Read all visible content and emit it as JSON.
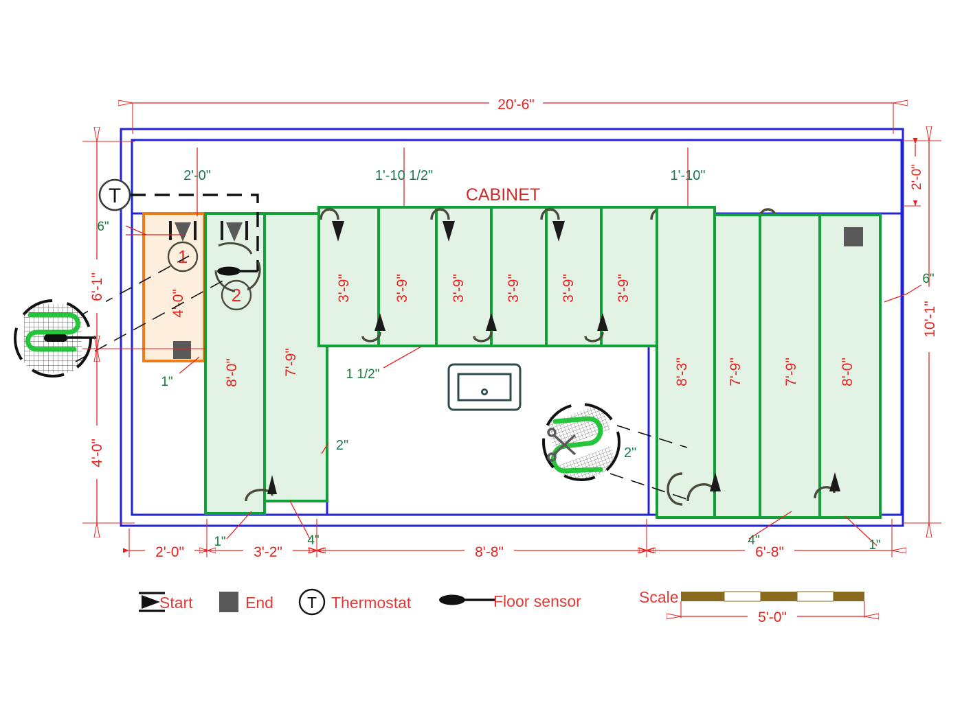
{
  "drawing": {
    "title_label": "CABINET",
    "colors": {
      "dimension_red": "#e8221f",
      "wall_blue": "#2222dd",
      "mat_green": "#12a038",
      "mat_fill": "#e2f3e6",
      "zone1_orange": "#f07c15",
      "zone1_fill": "#fdeede",
      "callout_green": "#157a3c",
      "callout_teal": "#1a7a55",
      "end_marker_gray": "#595959",
      "scale_bar_brown": "#8a6a1e"
    }
  },
  "dimensions": {
    "overall_top": "20'-6\"",
    "right_top": "2'-0\"",
    "right_overall": "10'-1\"",
    "right_offset": "6\"",
    "left_upper": "6'-1\"",
    "left_lower": "4'-0\"",
    "left_offset": "6\"",
    "bottom": [
      {
        "label": "2'-0\""
      },
      {
        "label": "3'-2\""
      },
      {
        "label": "8'-8\""
      },
      {
        "label": "6'-8\""
      }
    ],
    "bottom_callouts": [
      {
        "label": "1\""
      },
      {
        "label": "4\""
      },
      {
        "label": "4\""
      },
      {
        "label": "1\""
      }
    ],
    "top_callouts": [
      {
        "label": "2'-0\""
      },
      {
        "label": "1'-10 1/2\""
      },
      {
        "label": "1'-10\""
      }
    ],
    "interior_callouts": [
      {
        "label": "1\""
      },
      {
        "label": "2\""
      },
      {
        "label": "1 1/2\""
      },
      {
        "label": "2\""
      }
    ]
  },
  "mats": {
    "zone1": [
      {
        "label": "4'-0\"",
        "zone": "1"
      }
    ],
    "zone2_left": [
      {
        "label": "8'-0\"",
        "zone": "2"
      },
      {
        "label": "7'-9\""
      }
    ],
    "middle": [
      {
        "label": "3'-9\""
      },
      {
        "label": "3'-9\""
      },
      {
        "label": "3'-9\""
      },
      {
        "label": "3'-9\""
      },
      {
        "label": "3'-9\""
      },
      {
        "label": "3'-9\""
      }
    ],
    "right": [
      {
        "label": "8'-3\""
      },
      {
        "label": "7'-9\""
      },
      {
        "label": "7'-9\""
      },
      {
        "label": "8'-0\""
      }
    ]
  },
  "details": {
    "left_bubble_label": "",
    "right_bubble_label": "2\"",
    "thermostat_label": "T"
  },
  "legend": {
    "items": [
      {
        "icon": "start-icon",
        "label": "Start"
      },
      {
        "icon": "end-icon",
        "label": "End"
      },
      {
        "icon": "thermostat-icon",
        "label": "Thermostat"
      },
      {
        "icon": "floor-sensor-icon",
        "label": "Floor sensor"
      }
    ]
  },
  "scale": {
    "label": "Scale",
    "value": "5'-0\""
  }
}
